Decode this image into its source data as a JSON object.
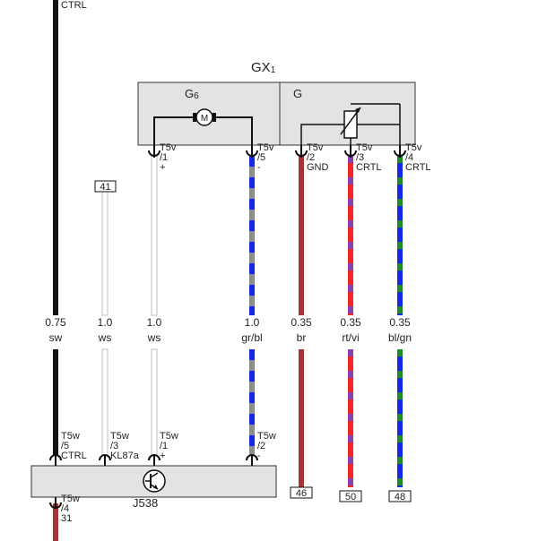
{
  "top_label": "CTRL",
  "module": {
    "name": "GX",
    "sub": "1"
  },
  "g6": {
    "name": "G",
    "sub": "6",
    "symbol": "M"
  },
  "g": {
    "name": "G"
  },
  "j538": {
    "name": "J538"
  },
  "connectors_top": [
    {
      "code": "T5v",
      "pin": "/1",
      "sig": "+"
    },
    {
      "code": "T5v",
      "pin": "/5",
      "sig": "-"
    },
    {
      "code": "T5v",
      "pin": "/2",
      "sig": "GND"
    },
    {
      "code": "T5v",
      "pin": "/3",
      "sig": "CRTL"
    },
    {
      "code": "T5v",
      "pin": "/4",
      "sig": "CRTL"
    }
  ],
  "connectors_bottom": [
    {
      "code": "T5w",
      "pin": "/5",
      "sig": "CTRL"
    },
    {
      "code": "T5w",
      "pin": "/3",
      "sig": "KL87a"
    },
    {
      "code": "T5w",
      "pin": "/1",
      "sig": "+"
    },
    {
      "code": "T5w",
      "pin": "/2",
      "sig": "-"
    },
    {
      "code": "T5w",
      "pin": "/4",
      "sig": "31"
    }
  ],
  "wires": [
    {
      "size": "0.75",
      "color": "sw"
    },
    {
      "size": "1.0",
      "color": "ws"
    },
    {
      "size": "1.0",
      "color": "ws"
    },
    {
      "size": "1.0",
      "color": "gr/bl"
    },
    {
      "size": "0.35",
      "color": "br"
    },
    {
      "size": "0.35",
      "color": "rt/vi"
    },
    {
      "size": "0.35",
      "color": "bl/gn"
    }
  ],
  "refs": [
    "41",
    "46",
    "50",
    "48"
  ],
  "colors": {
    "black": "#111111",
    "white_wire": "#d9d9d9",
    "grey": "#8c8c8c",
    "blue": "#1428e6",
    "brown": "#a83232",
    "red": "#f02828",
    "violet": "#8c3cb4",
    "green": "#1e8c28",
    "box_fill": "#e3e3e3"
  }
}
